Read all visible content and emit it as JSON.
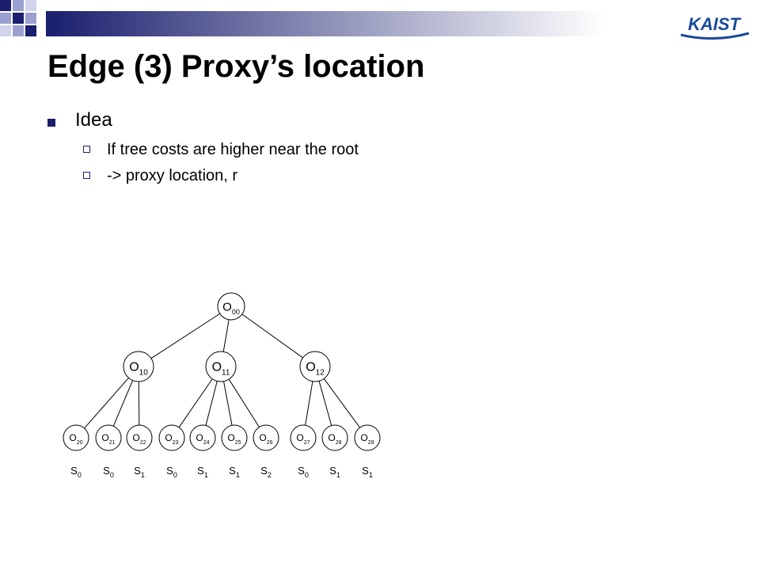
{
  "slide": {
    "title": "Edge (3) Proxy’s location",
    "bullets": [
      {
        "text": "Idea",
        "level": 1
      },
      {
        "text": "If tree costs are higher near the root",
        "level": 2
      },
      {
        "text": "-> proxy location, r",
        "level": 2
      }
    ],
    "logo_text": "KAIST"
  },
  "tree": {
    "root": {
      "name": "O",
      "sub": "00"
    },
    "level1": [
      {
        "name": "O",
        "sub": "10"
      },
      {
        "name": "O",
        "sub": "11"
      },
      {
        "name": "O",
        "sub": "12"
      }
    ],
    "leaves": [
      {
        "name": "O",
        "sub": "20",
        "parent": 0,
        "server": "S",
        "server_sub": "0"
      },
      {
        "name": "O",
        "sub": "21",
        "parent": 0,
        "server": "S",
        "server_sub": "0"
      },
      {
        "name": "O",
        "sub": "22",
        "parent": 0,
        "server": "S",
        "server_sub": "1"
      },
      {
        "name": "O",
        "sub": "23",
        "parent": 1,
        "server": "S",
        "server_sub": "0"
      },
      {
        "name": "O",
        "sub": "24",
        "parent": 1,
        "server": "S",
        "server_sub": "1"
      },
      {
        "name": "O",
        "sub": "25",
        "parent": 1,
        "server": "S",
        "server_sub": "1"
      },
      {
        "name": "O",
        "sub": "26",
        "parent": 1,
        "server": "S",
        "server_sub": "2"
      },
      {
        "name": "O",
        "sub": "27",
        "parent": 2,
        "server": "S",
        "server_sub": "0"
      },
      {
        "name": "O",
        "sub": "28",
        "parent": 2,
        "server": "S",
        "server_sub": "1"
      },
      {
        "name": "O",
        "sub": "29",
        "parent": 2,
        "server": "S",
        "server_sub": "1"
      }
    ]
  },
  "colors": {
    "navy": "#1a1f6e",
    "gradient_end": "#ffffff",
    "logo_blue": "#1b4a9c",
    "deco_square_light": "#9aa0cf",
    "deco_square_dark": "#1a1f6e"
  }
}
